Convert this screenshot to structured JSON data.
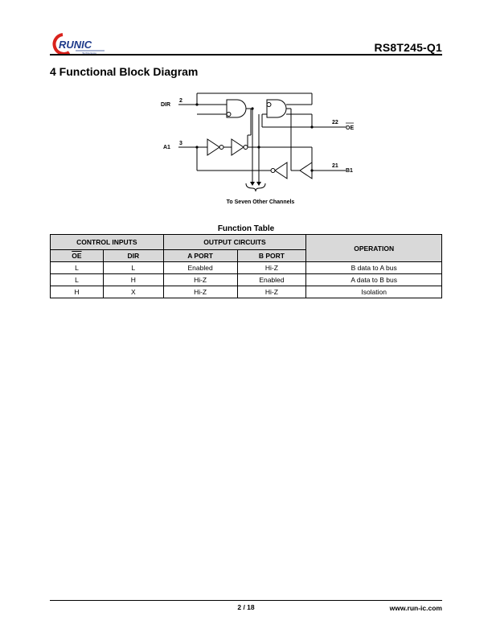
{
  "header": {
    "logo_text": "RUNIC",
    "logo_subtext": "Technology",
    "part_number": "RS8T245-Q1"
  },
  "section": {
    "title": "4 Functional Block Diagram"
  },
  "diagram": {
    "labels": {
      "dir": "DIR",
      "dir_pin": "2",
      "a1": "A1",
      "a1_pin": "3",
      "oe": "OE",
      "oe_pin": "22",
      "b1": "B1",
      "b1_pin": "21",
      "channels_note": "To Seven Other Channels"
    }
  },
  "function_table": {
    "title": "Function Table",
    "group_headers": {
      "control_inputs": "CONTROL INPUTS",
      "output_circuits": "OUTPUT CIRCUITS",
      "operation": "OPERATION"
    },
    "column_headers": {
      "oe": "OE",
      "dir": "DIR",
      "a_port": "A PORT",
      "b_port": "B PORT"
    },
    "rows": [
      {
        "oe": "L",
        "dir": "L",
        "a_port": "Enabled",
        "b_port": "Hi-Z",
        "operation": "B data to A bus"
      },
      {
        "oe": "L",
        "dir": "H",
        "a_port": "Hi-Z",
        "b_port": "Enabled",
        "operation": "A data to B bus"
      },
      {
        "oe": "H",
        "dir": "X",
        "a_port": "Hi-Z",
        "b_port": "Hi-Z",
        "operation": "Isolation"
      }
    ]
  },
  "footer": {
    "page": "2 / 18",
    "website": "www.run-ic.com"
  },
  "colors": {
    "brand_red": "#d9221c",
    "brand_blue": "#1e3a8a",
    "table_header_bg": "#d9d9d9"
  }
}
